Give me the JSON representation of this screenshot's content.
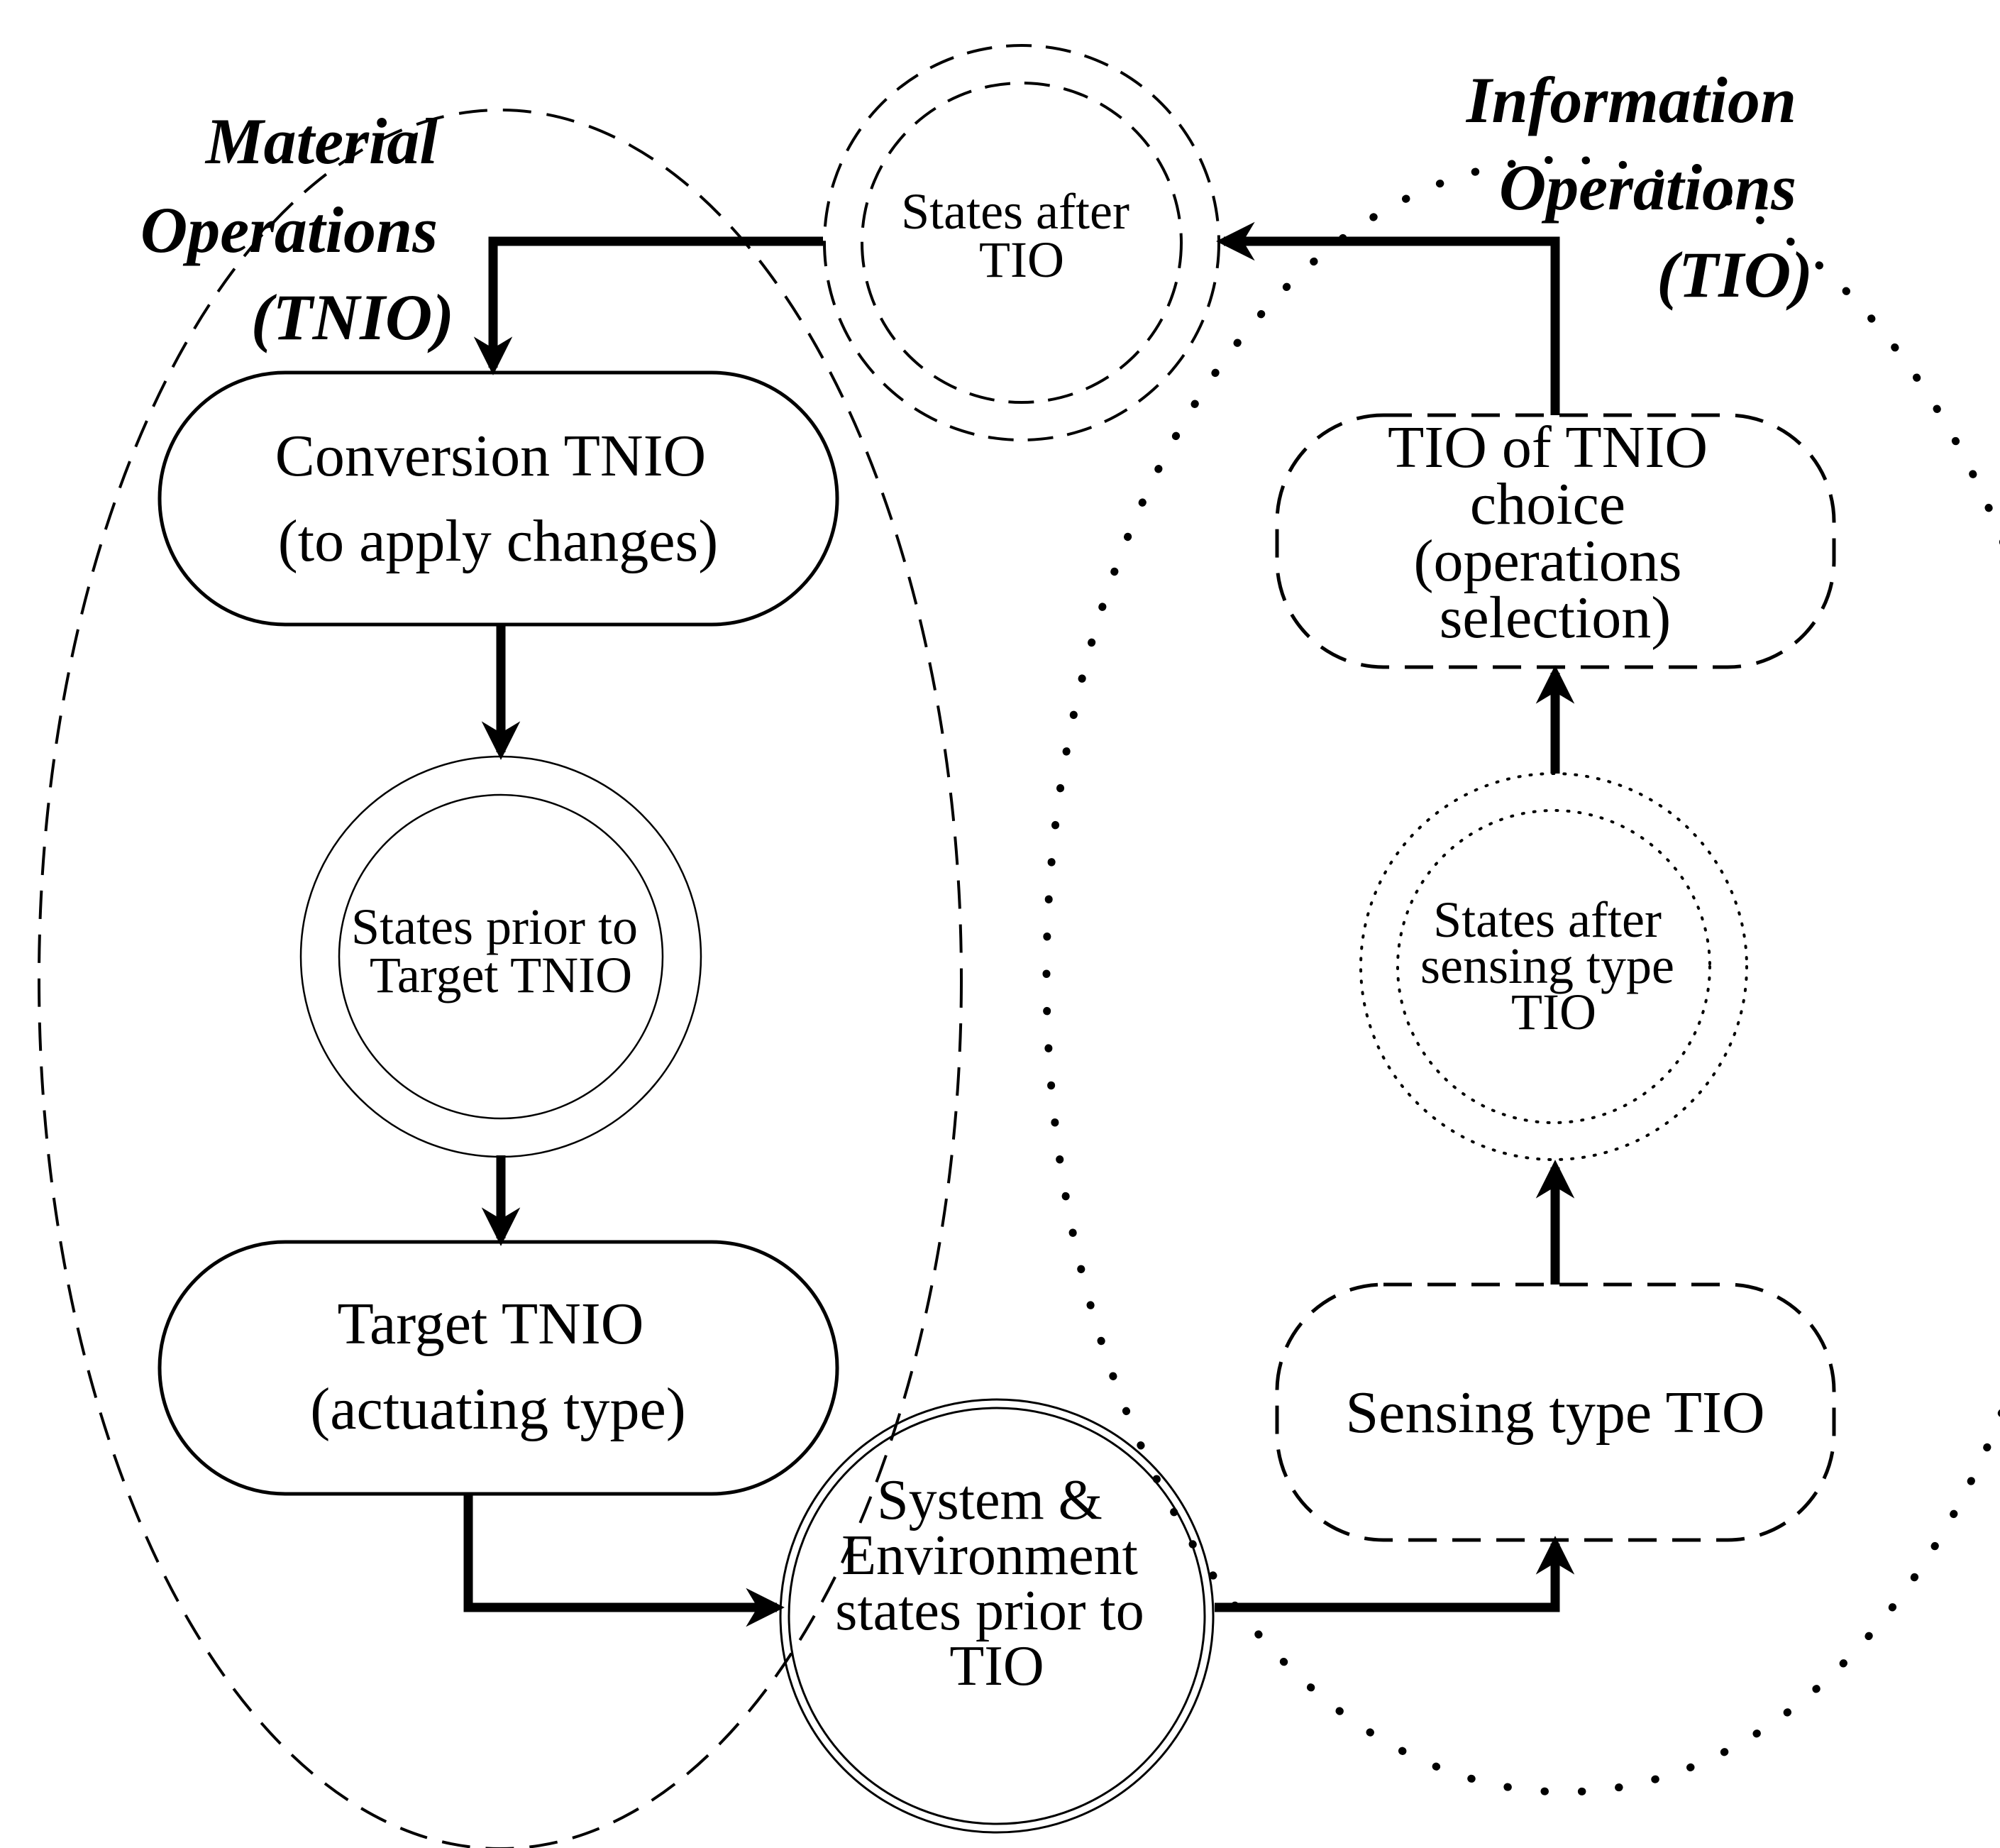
{
  "groups": {
    "material": {
      "lines": [
        "Material",
        "Operations",
        "(TNIO)"
      ]
    },
    "information": {
      "lines": [
        "Information",
        "Operations",
        "(TIO)"
      ]
    }
  },
  "nodes": {
    "conversion_tnio": {
      "lines": [
        "Conversion TNIO",
        "(to apply changes)"
      ]
    },
    "states_prior_target": {
      "lines": [
        "States prior to",
        "Target TNIO"
      ]
    },
    "target_tnio": {
      "lines": [
        "Target TNIO",
        "(actuating type)"
      ]
    },
    "system_env_states": {
      "lines": [
        "System &",
        "Environment",
        "states prior to",
        "TIO"
      ]
    },
    "sensing_tio": {
      "lines": [
        "Sensing type TIO"
      ]
    },
    "states_after_sensing": {
      "lines": [
        "States after",
        "sensing type",
        "TIO"
      ]
    },
    "tio_choice": {
      "lines": [
        "TIO of TNIO",
        "choice",
        "(operations",
        "selection)"
      ]
    },
    "states_after_tio": {
      "lines": [
        "States after",
        "TIO"
      ]
    }
  },
  "colors": {
    "ink": "#000000",
    "background": "#ffffff"
  }
}
